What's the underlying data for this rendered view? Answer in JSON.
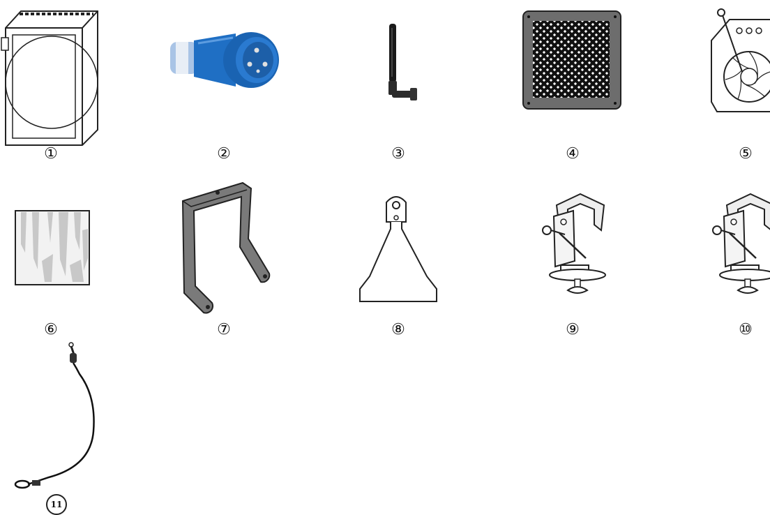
{
  "items": [
    {
      "label": "①",
      "icon": "frame-icon"
    },
    {
      "label": "②",
      "icon": "power-plug-icon"
    },
    {
      "label": "③",
      "icon": "antenna-icon"
    },
    {
      "label": "④",
      "icon": "honeycomb-grid-icon"
    },
    {
      "label": "⑤",
      "icon": "iris-icon"
    },
    {
      "label": "⑥",
      "icon": "diffusion-filter-icon"
    },
    {
      "label": "⑦",
      "icon": "yoke-bracket-icon"
    },
    {
      "label": "⑧",
      "icon": "base-plate-icon"
    },
    {
      "label": "⑨",
      "icon": "clamp-icon"
    },
    {
      "label": "⑩",
      "icon": "clamp-icon"
    },
    {
      "label": "11",
      "icon": "safety-cable-icon"
    }
  ],
  "colors": {
    "outline": "#222222",
    "plug_blue": "#1f6fc4",
    "plug_light": "#a9c4e6",
    "bracket_gray": "#7a7a7a",
    "grid_gray": "#6d6d6d"
  }
}
